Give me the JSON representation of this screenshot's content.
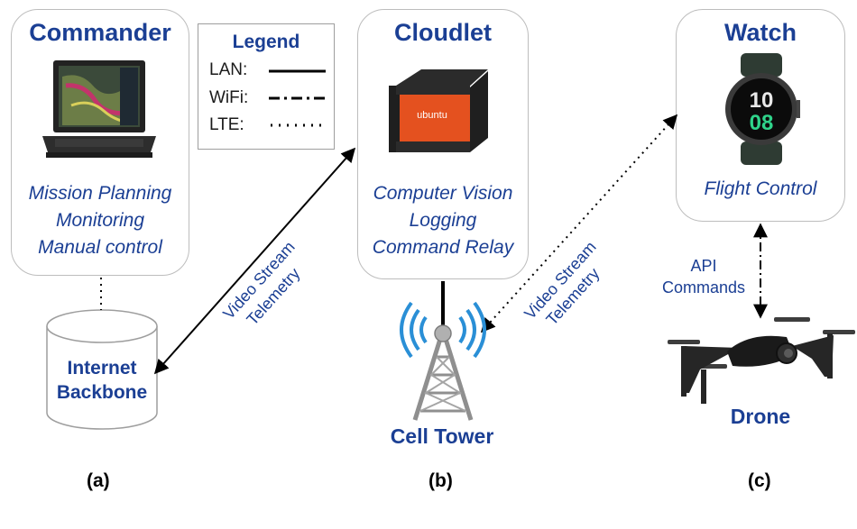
{
  "commander": {
    "title": "Commander",
    "roles": [
      "Mission Planning",
      "Monitoring",
      "Manual control"
    ]
  },
  "cloudlet": {
    "title": "Cloudlet",
    "roles": [
      "Computer Vision",
      "Logging",
      "Command Relay"
    ],
    "device_brand": "ubuntu"
  },
  "watch": {
    "title": "Watch",
    "roles": [
      "Flight Control"
    ],
    "time_hours": "10",
    "time_minutes": "08"
  },
  "legend": {
    "title": "Legend",
    "lan": "LAN:",
    "wifi": "WiFi:",
    "lte": "LTE:"
  },
  "internet": {
    "line1": "Internet",
    "line2": "Backbone"
  },
  "cell_tower": {
    "label": "Cell Tower"
  },
  "drone": {
    "label": "Drone"
  },
  "links": {
    "left_line1": "Video Stream",
    "left_line2": "Telemetry",
    "middle_line1": "Video Stream",
    "middle_line2": "Telemetry",
    "api_line1": "API",
    "api_line2": "Commands"
  },
  "captions": {
    "a": "(a)",
    "b": "(b)",
    "c": "(c)"
  },
  "colors": {
    "accent": "#1b3f94",
    "signal": "#2a8fd6",
    "tower": "#8f8f8f",
    "orange": "#e4511f"
  }
}
